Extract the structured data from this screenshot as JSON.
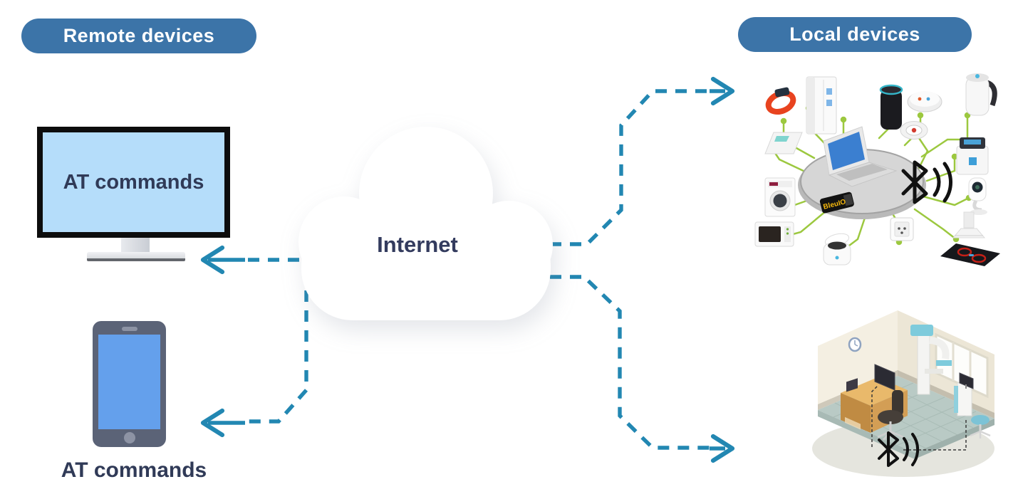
{
  "header": {
    "remote_label": "Remote devices",
    "local_label": "Local devices"
  },
  "remote": {
    "monitor_label": "AT commands",
    "phone_label": "AT commands"
  },
  "cloud": {
    "label": "Internet"
  },
  "local": {
    "dongle_label": "BleuIO",
    "iot_devices": [
      "fitness-tracker",
      "refrigerator",
      "smart-speaker",
      "robot-vacuum",
      "kettle",
      "smoke-detector",
      "coffee-machine",
      "security-camera",
      "smart-scale",
      "washing-machine",
      "microwave",
      "multicooker",
      "smart-outlet",
      "range-hood",
      "cooktop",
      "laptop",
      "bluetooth-dongle",
      "bluetooth-signal"
    ],
    "room_items": [
      "wall-clock",
      "desk",
      "desktop-monitor",
      "office-chair",
      "xray-machine",
      "monitor-cart",
      "stool",
      "window",
      "bluetooth-signal"
    ]
  },
  "colors": {
    "pill_blue": "#3c74a8",
    "navy_text": "#333b5e",
    "arrow_teal": "#2287b2",
    "monitor_screen_blue": "#b5ddfa",
    "phone_screen_blue": "#64a0ec",
    "circuit_green": "#9cc83f",
    "dongle_label_yellow": "#f5b80e"
  }
}
